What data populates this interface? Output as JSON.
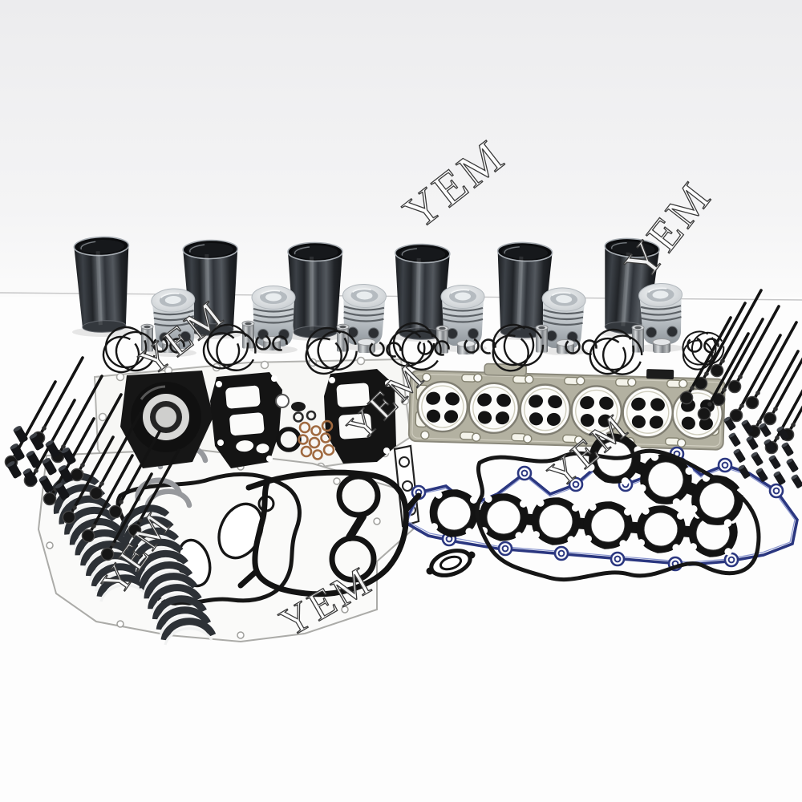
{
  "photo": {
    "kind": "product-photo",
    "description": "Engine overhaul rebuild kit laid out on a white studio background: six cylinder liners with six pistons, piston pins, ring sets and snap rings across the top; fanned engine valves on the left and right edges; a six-bore cylinder head gasket; a full lower gasket set with rear main seal and port gaskets; exhaust manifold gaskets; a blue valve-cover gasket; black timing-cover and oil-pan seal gaskets; fanned main and rod bearing shells; thrust washers; copper o-rings; tappets and small bolts.",
    "background_top": "#eeeeef",
    "background_bottom": "#fcfcfc",
    "seam_line_color": "#bdbdbe"
  },
  "watermark": {
    "text": "YEM",
    "instances": 7,
    "fill": "#ffffff",
    "outline": "#3a3a3a"
  },
  "palette": {
    "liner_steel_dark": "#17191c",
    "liner_steel_light": "#6a7076",
    "piston_silver": "#d6dadd",
    "gasket_black": "#131313",
    "head_gasket_body": "#b3b1a1",
    "valve_cover_blue": "#2b3780",
    "bearing_shell": "#2d3136",
    "thrust_washer_gray": "#97999d",
    "copper_oring": "#a06a40"
  },
  "parts": [
    {
      "name": "cylinder-liner",
      "qty": 6,
      "color": "#2b2e33"
    },
    {
      "name": "piston",
      "qty": 6,
      "color": "#d6dadd"
    },
    {
      "name": "piston-pin",
      "qty": 6,
      "color": "#9ea2a6"
    },
    {
      "name": "piston-pin-cap",
      "qty": 6,
      "color": "#c9cccf"
    },
    {
      "name": "piston-ring-set",
      "qty": 7,
      "color": "#161616"
    },
    {
      "name": "snap-ring-pair",
      "qty": 7,
      "color": "#171717"
    },
    {
      "name": "engine-valve",
      "qty": 24,
      "color": "#131313"
    },
    {
      "name": "valve-tappet",
      "qty": 12,
      "color": "#17181b"
    },
    {
      "name": "small-bolt",
      "qty": 16,
      "color": "#17181b"
    },
    {
      "name": "cylinder-head-gasket",
      "qty": 1,
      "bores": 6,
      "valve_holes_per_bore": 4,
      "color": "#b3b1a1"
    },
    {
      "name": "rear-main-seal",
      "qty": 1,
      "color": "#111111"
    },
    {
      "name": "port-gasket",
      "qty": 2,
      "color": "#141414"
    },
    {
      "name": "water-pump-ring",
      "qty": 1,
      "color": "#131313"
    },
    {
      "name": "copper-o-ring",
      "qty": 9,
      "color": "#a06a40"
    },
    {
      "name": "thrust-washer",
      "qty": 4,
      "color": "#97999d"
    },
    {
      "name": "exhaust-manifold-gasket-ports",
      "qty": 9,
      "color": "#131313"
    },
    {
      "name": "valve-cover-gasket",
      "qty": 1,
      "color": "#2b3780"
    },
    {
      "name": "oil-pan-seal-loop",
      "qty": 2,
      "color": "#161616"
    },
    {
      "name": "timing-cover-gasket",
      "qty": 1,
      "color": "#131313"
    },
    {
      "name": "oval-flange-gasket",
      "qty": 1,
      "color": "#131313"
    },
    {
      "name": "main-bearing-shells",
      "qty": 10,
      "color": "#2d3136"
    },
    {
      "name": "rod-bearing-shells",
      "qty": 11,
      "color": "#2d3136"
    },
    {
      "name": "gasket-sheet-plate",
      "qty": 2,
      "color": "#f7f7f5"
    }
  ]
}
